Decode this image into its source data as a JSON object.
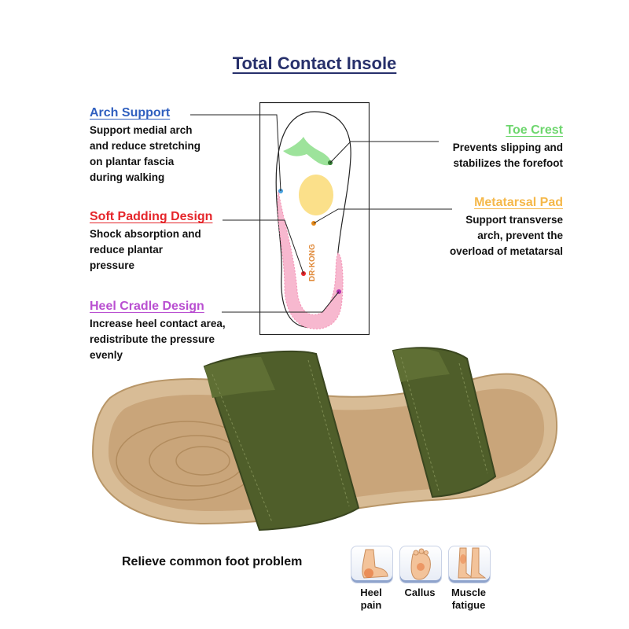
{
  "title": "Total Contact Insole",
  "features": [
    {
      "key": "arch",
      "title": "Arch Support",
      "desc": "Support medial arch\nand reduce stretching\non plantar fascia\nduring walking",
      "color": "#2f5fbf"
    },
    {
      "key": "padding",
      "title": "Soft Padding Design",
      "desc": "Shock absorption and\nreduce plantar\npressure",
      "color": "#e5262b"
    },
    {
      "key": "heel",
      "title": "Heel Cradle Design",
      "desc": "Increase heel contact area,\nredistribute the pressure\nevenly",
      "color": "#b94fd1"
    },
    {
      "key": "toe",
      "title": "Toe Crest",
      "desc": "Prevents slipping and\nstabilizes the forefoot",
      "color": "#6dd66d"
    },
    {
      "key": "metatarsal",
      "title": "Metatarsal Pad",
      "desc": "Support transverse\narch, prevent the\noverload of metatarsal",
      "color": "#f5b84a"
    }
  ],
  "insole_brand": "DR·KONG",
  "product_image": {
    "strap_color": "#4f5e2a",
    "sole_color": "#d8bc96"
  },
  "relieve_text": "Relieve common foot problem",
  "problems": [
    {
      "label": "Heel\npain",
      "icon": "heel-pain-icon"
    },
    {
      "label": "Callus",
      "icon": "callus-icon"
    },
    {
      "label": "Muscle\nfatigue",
      "icon": "muscle-fatigue-icon"
    }
  ]
}
